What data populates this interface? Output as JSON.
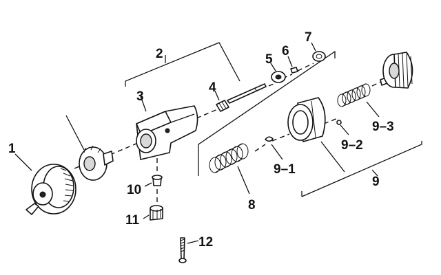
{
  "callouts": {
    "c1": "1",
    "c2": "2",
    "c3": "3",
    "c4": "4",
    "c5": "5",
    "c6": "6",
    "c7": "7",
    "c8": "8",
    "c9": "9",
    "c9_1": "9–1",
    "c9_2": "9–2",
    "c9_3": "9–3",
    "c10": "10",
    "c11": "11",
    "c12": "12"
  }
}
